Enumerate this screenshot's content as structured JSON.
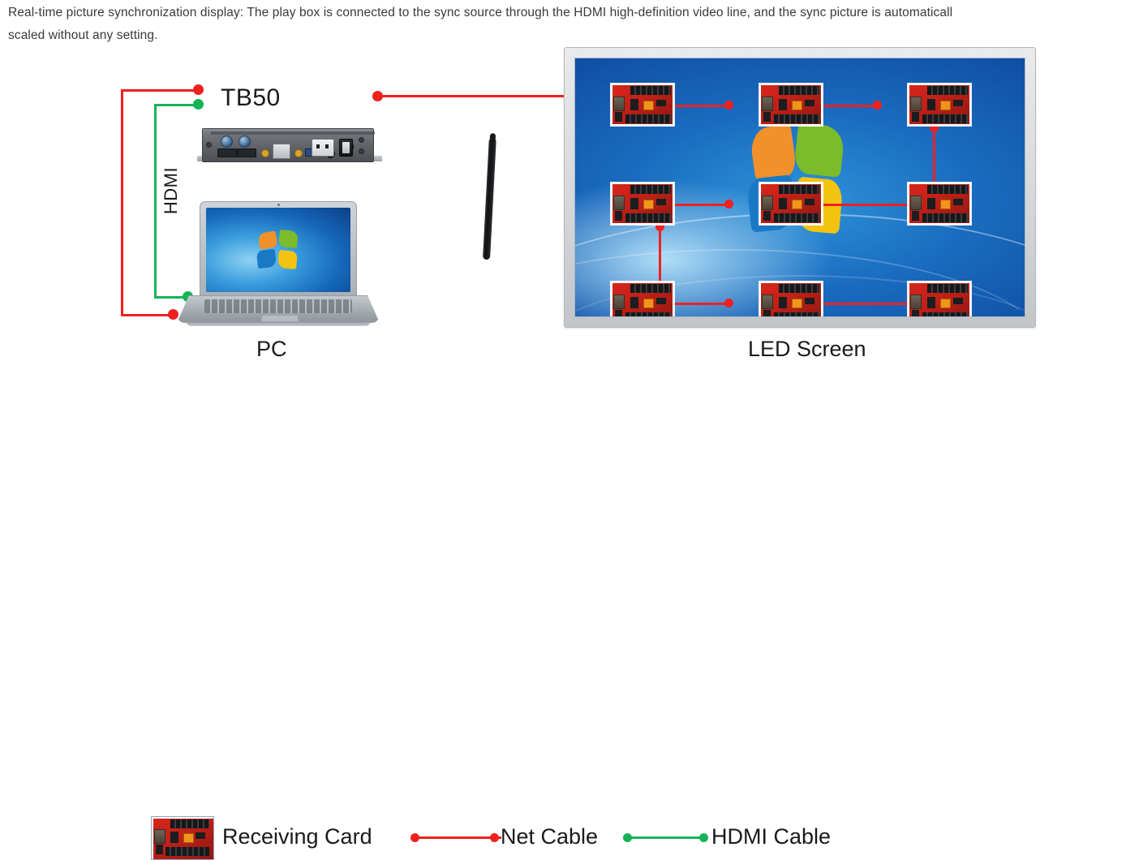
{
  "caption": {
    "text": "Real-time picture synchronization display: The play box is connected to the sync source through the HDMI high-definition video line, and the sync picture is automaticall\nscaled without any setting."
  },
  "labels": {
    "tb50": "TB50",
    "pc": "PC",
    "led_screen": "LED Screen",
    "hdmi_cable_label": "HDMI"
  },
  "legend": {
    "receiving_card": "Receiving Card",
    "net_cable": "Net Cable",
    "hdmi_cable": "HDMI Cable"
  },
  "colors": {
    "net_cable": "#ef2020",
    "hdmi_cable": "#16b257",
    "pcb_red": "#bd1f17",
    "screen_blue": "#1a6cc0",
    "frame_gray": "#d5d7da",
    "text": "#1a1a1a"
  },
  "diagram": {
    "devices": [
      {
        "name": "tb50-player-box",
        "label": "TB50"
      },
      {
        "name": "pc-laptop",
        "label": "PC"
      },
      {
        "name": "led-screen",
        "label": "LED Screen"
      }
    ],
    "led_matrix": {
      "rows": 3,
      "columns": 3,
      "card_count": 9,
      "wiring": "serpentine"
    },
    "connections": [
      {
        "from": "TB50",
        "to": "PC",
        "cable": "HDMI"
      },
      {
        "from": "TB50",
        "to": "PC",
        "cable": "Net Cable"
      },
      {
        "from": "TB50",
        "to": "LED Screen",
        "cable": "Net Cable"
      }
    ]
  }
}
